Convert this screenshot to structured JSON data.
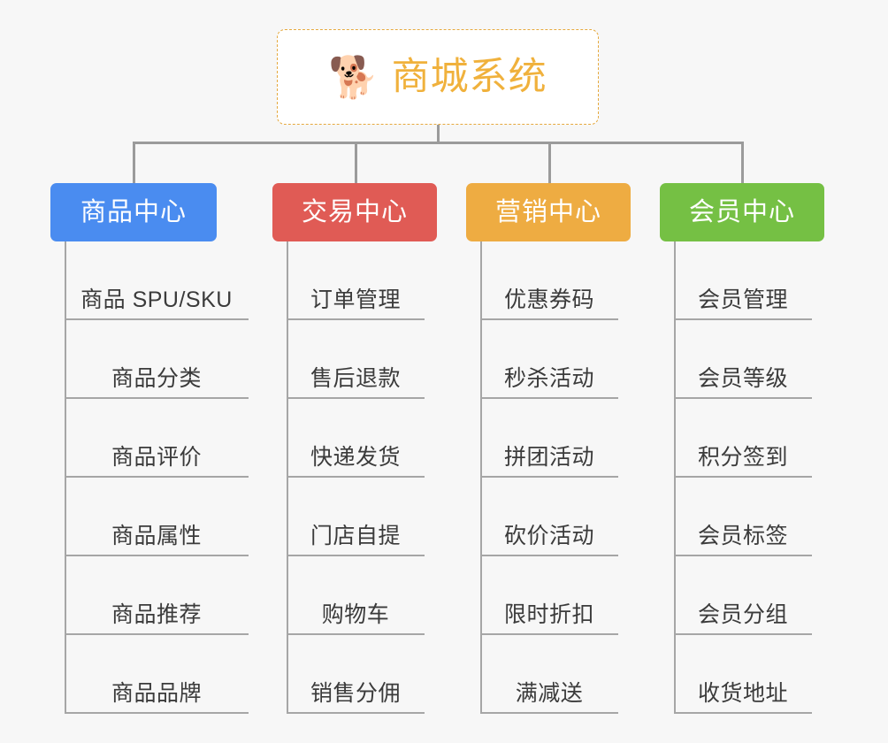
{
  "root": {
    "icon": "shiba-dog-face-icon",
    "icon_glyph": "🐕",
    "title": "商城系统",
    "title_color": "#f0b13c",
    "border_color": "#e5a93f",
    "background": "#ffffff"
  },
  "canvas": {
    "background": "#f7f7f7",
    "connector_color": "#9b9b9b"
  },
  "branches": [
    {
      "label": "商品中心",
      "color": "#4a8cf0",
      "items": [
        "商品 SPU/SKU",
        "商品分类",
        "商品评价",
        "商品属性",
        "商品推荐",
        "商品品牌"
      ]
    },
    {
      "label": "交易中心",
      "color": "#e05b55",
      "items": [
        "订单管理",
        "售后退款",
        "快递发货",
        "门店自提",
        "购物车",
        "销售分佣"
      ]
    },
    {
      "label": "营销中心",
      "color": "#eeac42",
      "items": [
        "优惠券码",
        "秒杀活动",
        "拼团活动",
        "砍价活动",
        "限时折扣",
        "满减送"
      ]
    },
    {
      "label": "会员中心",
      "color": "#75c044",
      "items": [
        "会员管理",
        "会员等级",
        "积分签到",
        "会员标签",
        "会员分组",
        "收货地址"
      ]
    }
  ]
}
